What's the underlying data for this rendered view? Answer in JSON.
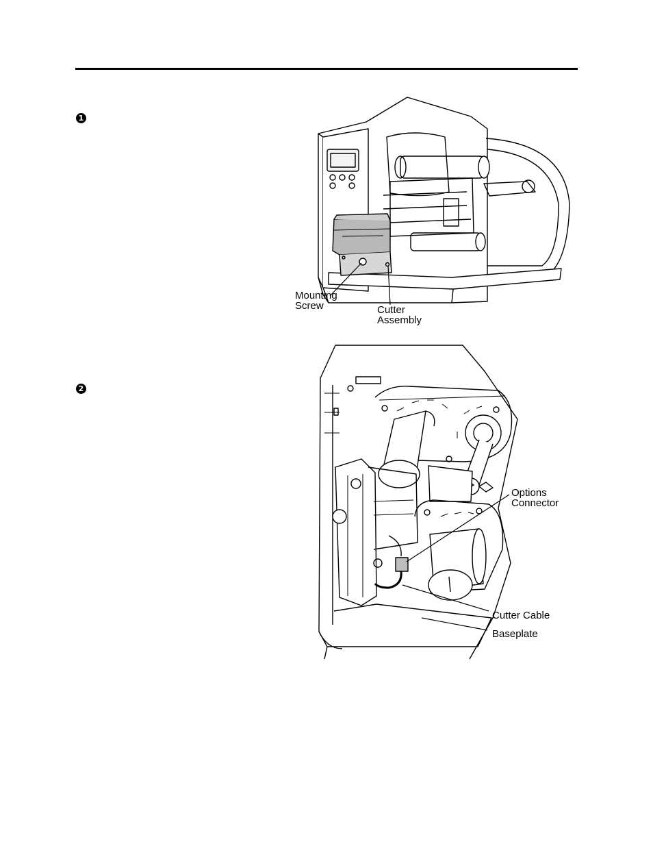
{
  "steps": [
    {
      "marker": "1"
    },
    {
      "marker": "2"
    }
  ],
  "figure1": {
    "callouts": {
      "mounting_screw": [
        "Mounting",
        "Screw"
      ],
      "cutter_assembly": [
        "Cutter",
        "Assembly"
      ]
    }
  },
  "figure2": {
    "callouts": {
      "options_connector": [
        "Options",
        "Connector"
      ],
      "cutter_cable": [
        "Cutter Cable"
      ],
      "baseplate": [
        "Baseplate"
      ]
    }
  },
  "colors": {
    "line": "#000000",
    "cutter_fill": "#b9b9b9",
    "paper": "#ffffff"
  }
}
